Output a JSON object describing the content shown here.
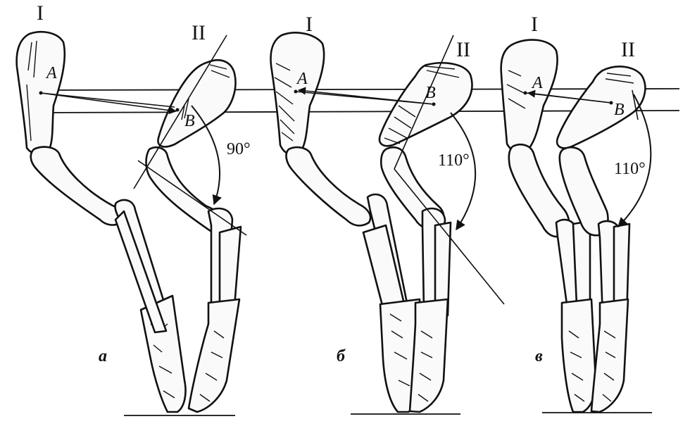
{
  "labels": {
    "limb_first": "I",
    "limb_second": "II",
    "point_a": "A",
    "point_b": "B",
    "angle_a": "90°",
    "angle_b": "110°",
    "angle_c": "110°",
    "panel_a": "а",
    "panel_b": "б",
    "panel_c": "в"
  },
  "panels": [
    {
      "id": "а",
      "angle": "90°"
    },
    {
      "id": "б",
      "angle": "110°"
    },
    {
      "id": "в",
      "angle": "110°"
    }
  ],
  "colors": {
    "ink": "#111111",
    "background": "#ffffff"
  }
}
